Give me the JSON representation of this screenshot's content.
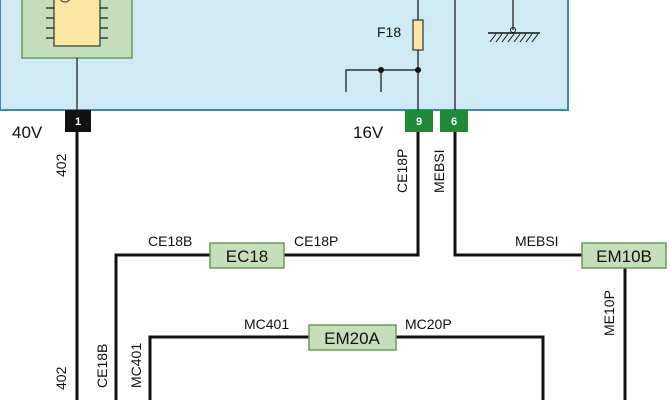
{
  "colors": {
    "ecu_fill": "#cfeaf5",
    "ecu_border": "#3a8ab4",
    "connector_fill": "#c6dfbb",
    "connector_border": "#6a9a5a",
    "pin_green": "#1f8a3a",
    "pin_black": "#111111",
    "chip_fill": "#fbe7a1"
  },
  "fuse": {
    "label": "F18"
  },
  "pins": {
    "left": {
      "number": "1",
      "voltage": "40V"
    },
    "right_a": {
      "number": "9",
      "voltage": "16V"
    },
    "right_b": {
      "number": "6"
    }
  },
  "wire_labels": {
    "w402_top": "402",
    "w402_bottom": "402",
    "ce18p_vertical": "CE18P",
    "mebsi_vertical": "MEBSI",
    "ce18b_horizontal": "CE18B",
    "ce18p_horizontal": "CE18P",
    "mebsi_horizontal": "MEBSI",
    "me10p_vertical": "ME10P",
    "mc401_horizontal": "MC401",
    "mc20p_horizontal": "MC20P",
    "ce18b_vertical": "CE18B",
    "mc401_vertical": "MC401"
  },
  "connectors": {
    "ec18": "EC18",
    "em10b": "EM10B",
    "em20a": "EM20A"
  }
}
